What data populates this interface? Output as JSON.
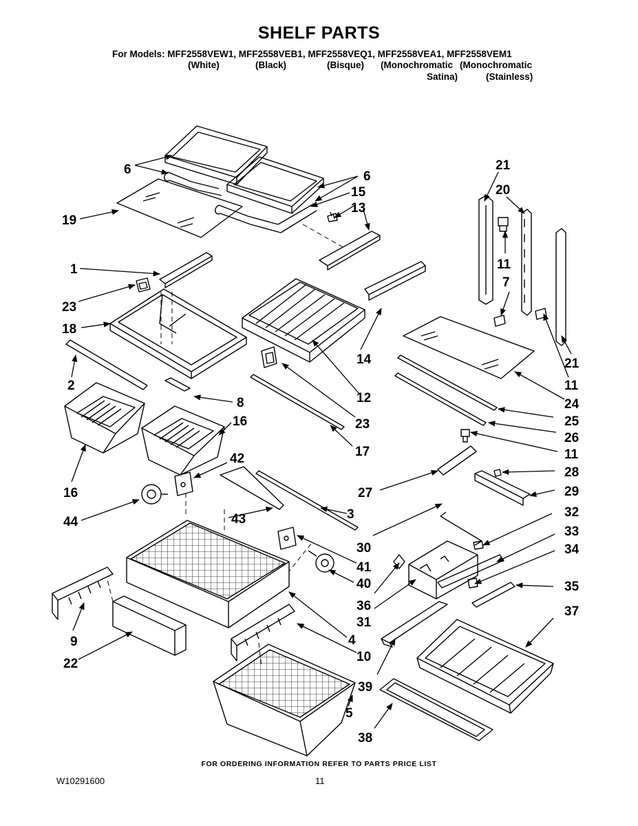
{
  "header": {
    "title": "SHELF PARTS",
    "models_line": "For Models: MFF2558VEW1, MFF2558VEB1, MFF2558VEQ1, MFF2558VEA1, MFF2558VEM1",
    "variants": [
      "(White)",
      "(Black)",
      "(Bisque)",
      "(Monochromatic",
      "(Monochromatic"
    ],
    "variants_line2": [
      "Satina)",
      "(Stainless)"
    ]
  },
  "callouts": [
    "6",
    "6",
    "15",
    "13",
    "19",
    "1",
    "23",
    "18",
    "2",
    "8",
    "16",
    "16",
    "42",
    "44",
    "43",
    "3",
    "41",
    "40",
    "9",
    "22",
    "4",
    "10",
    "5",
    "12",
    "23",
    "17",
    "14",
    "21",
    "20",
    "11",
    "7",
    "21",
    "11",
    "24",
    "25",
    "26",
    "11",
    "27",
    "28",
    "29",
    "30",
    "32",
    "33",
    "34",
    "35",
    "36",
    "31",
    "37",
    "39",
    "38"
  ],
  "footer": {
    "ordering_note": "FOR ORDERING INFORMATION REFER TO PARTS PRICE LIST",
    "doc_number": "W10291600",
    "page_number": "11"
  }
}
